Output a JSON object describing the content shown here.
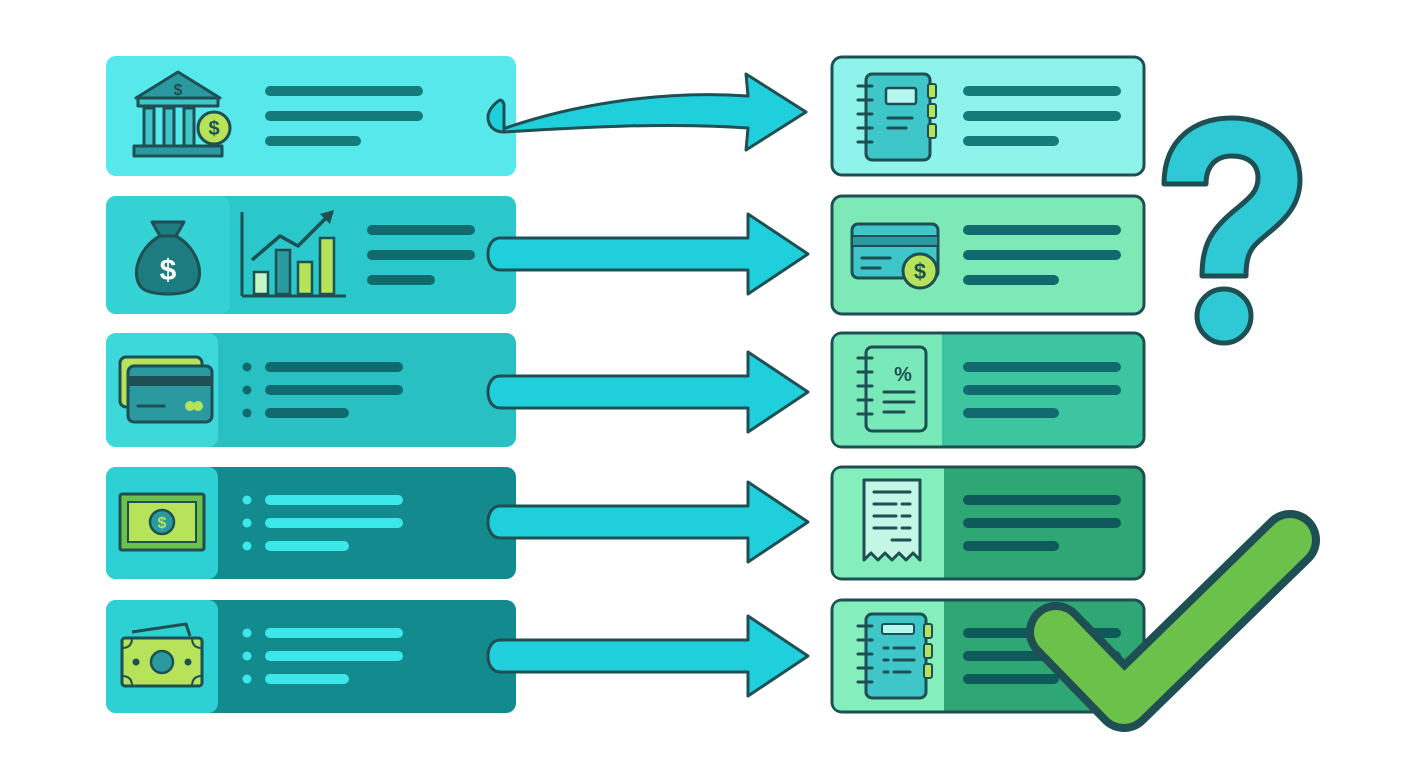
{
  "diagram": {
    "rows": [
      {
        "source": {
          "icons": [
            "bank-icon",
            "dollar-coin-icon"
          ],
          "line_style": "plain",
          "fill": "#57e8ec",
          "icon_panel_fill": "#57e8ec",
          "line_color": "#157a7a"
        },
        "arrow": {
          "style": "curved"
        },
        "target": {
          "icon": "notebook-icon",
          "fill": "#8ef3ea",
          "icon_panel_fill": "#8ef3ea",
          "line_color": "#157a7a"
        }
      },
      {
        "source": {
          "icons": [
            "money-bag-icon",
            "bar-chart-growth-icon"
          ],
          "line_style": "plain",
          "fill": "#2bc8cb",
          "icon_panel_fill": "#34d2d5",
          "line_color": "#116b6e"
        },
        "arrow": {
          "style": "straight"
        },
        "target": {
          "icon": "credit-card-coin-icon",
          "fill": "#7de9b6",
          "icon_panel_fill": "#7de9b6",
          "line_color": "#116b6e"
        }
      },
      {
        "source": {
          "icons": [
            "credit-card-icon"
          ],
          "line_style": "bulleted",
          "fill": "#28c0c2",
          "icon_panel_fill": "#3dd9da",
          "line_color": "#116b6e"
        },
        "arrow": {
          "style": "straight"
        },
        "target": {
          "icon": "percent-notebook-icon",
          "fill": "#3cc59f",
          "icon_panel_fill": "#7ae9b9",
          "line_color": "#116b6e"
        }
      },
      {
        "source": {
          "icons": [
            "banknote-icon"
          ],
          "line_style": "bulleted",
          "fill": "#138b8e",
          "icon_panel_fill": "#2ed1d3",
          "line_color": "#3ce7ea"
        },
        "arrow": {
          "style": "straight"
        },
        "target": {
          "icon": "receipt-icon",
          "fill": "#2ea775",
          "icon_panel_fill": "#84efbd",
          "line_color": "#0e5a5a"
        }
      },
      {
        "source": {
          "icons": [
            "cash-stack-icon"
          ],
          "line_style": "bulleted",
          "fill": "#138b8e",
          "icon_panel_fill": "#2ed1d3",
          "line_color": "#3ce7ea"
        },
        "arrow": {
          "style": "straight"
        },
        "target": {
          "icon": "notebook-icon",
          "fill": "#2ea775",
          "icon_panel_fill": "#84efbd",
          "line_color": "#0e5a5a"
        }
      }
    ],
    "indicators": [
      {
        "icon": "question-mark-icon",
        "row": 1,
        "color": "#2ec9d4"
      },
      {
        "icon": "check-mark-icon",
        "row": 5,
        "color": "#6cc14a"
      }
    ],
    "colors": {
      "outline": "#1d4f53",
      "arrow_fill": "#1fd0dc",
      "accent_lime": "#b6e35a",
      "icon_teal": "#2a9aa0"
    }
  }
}
